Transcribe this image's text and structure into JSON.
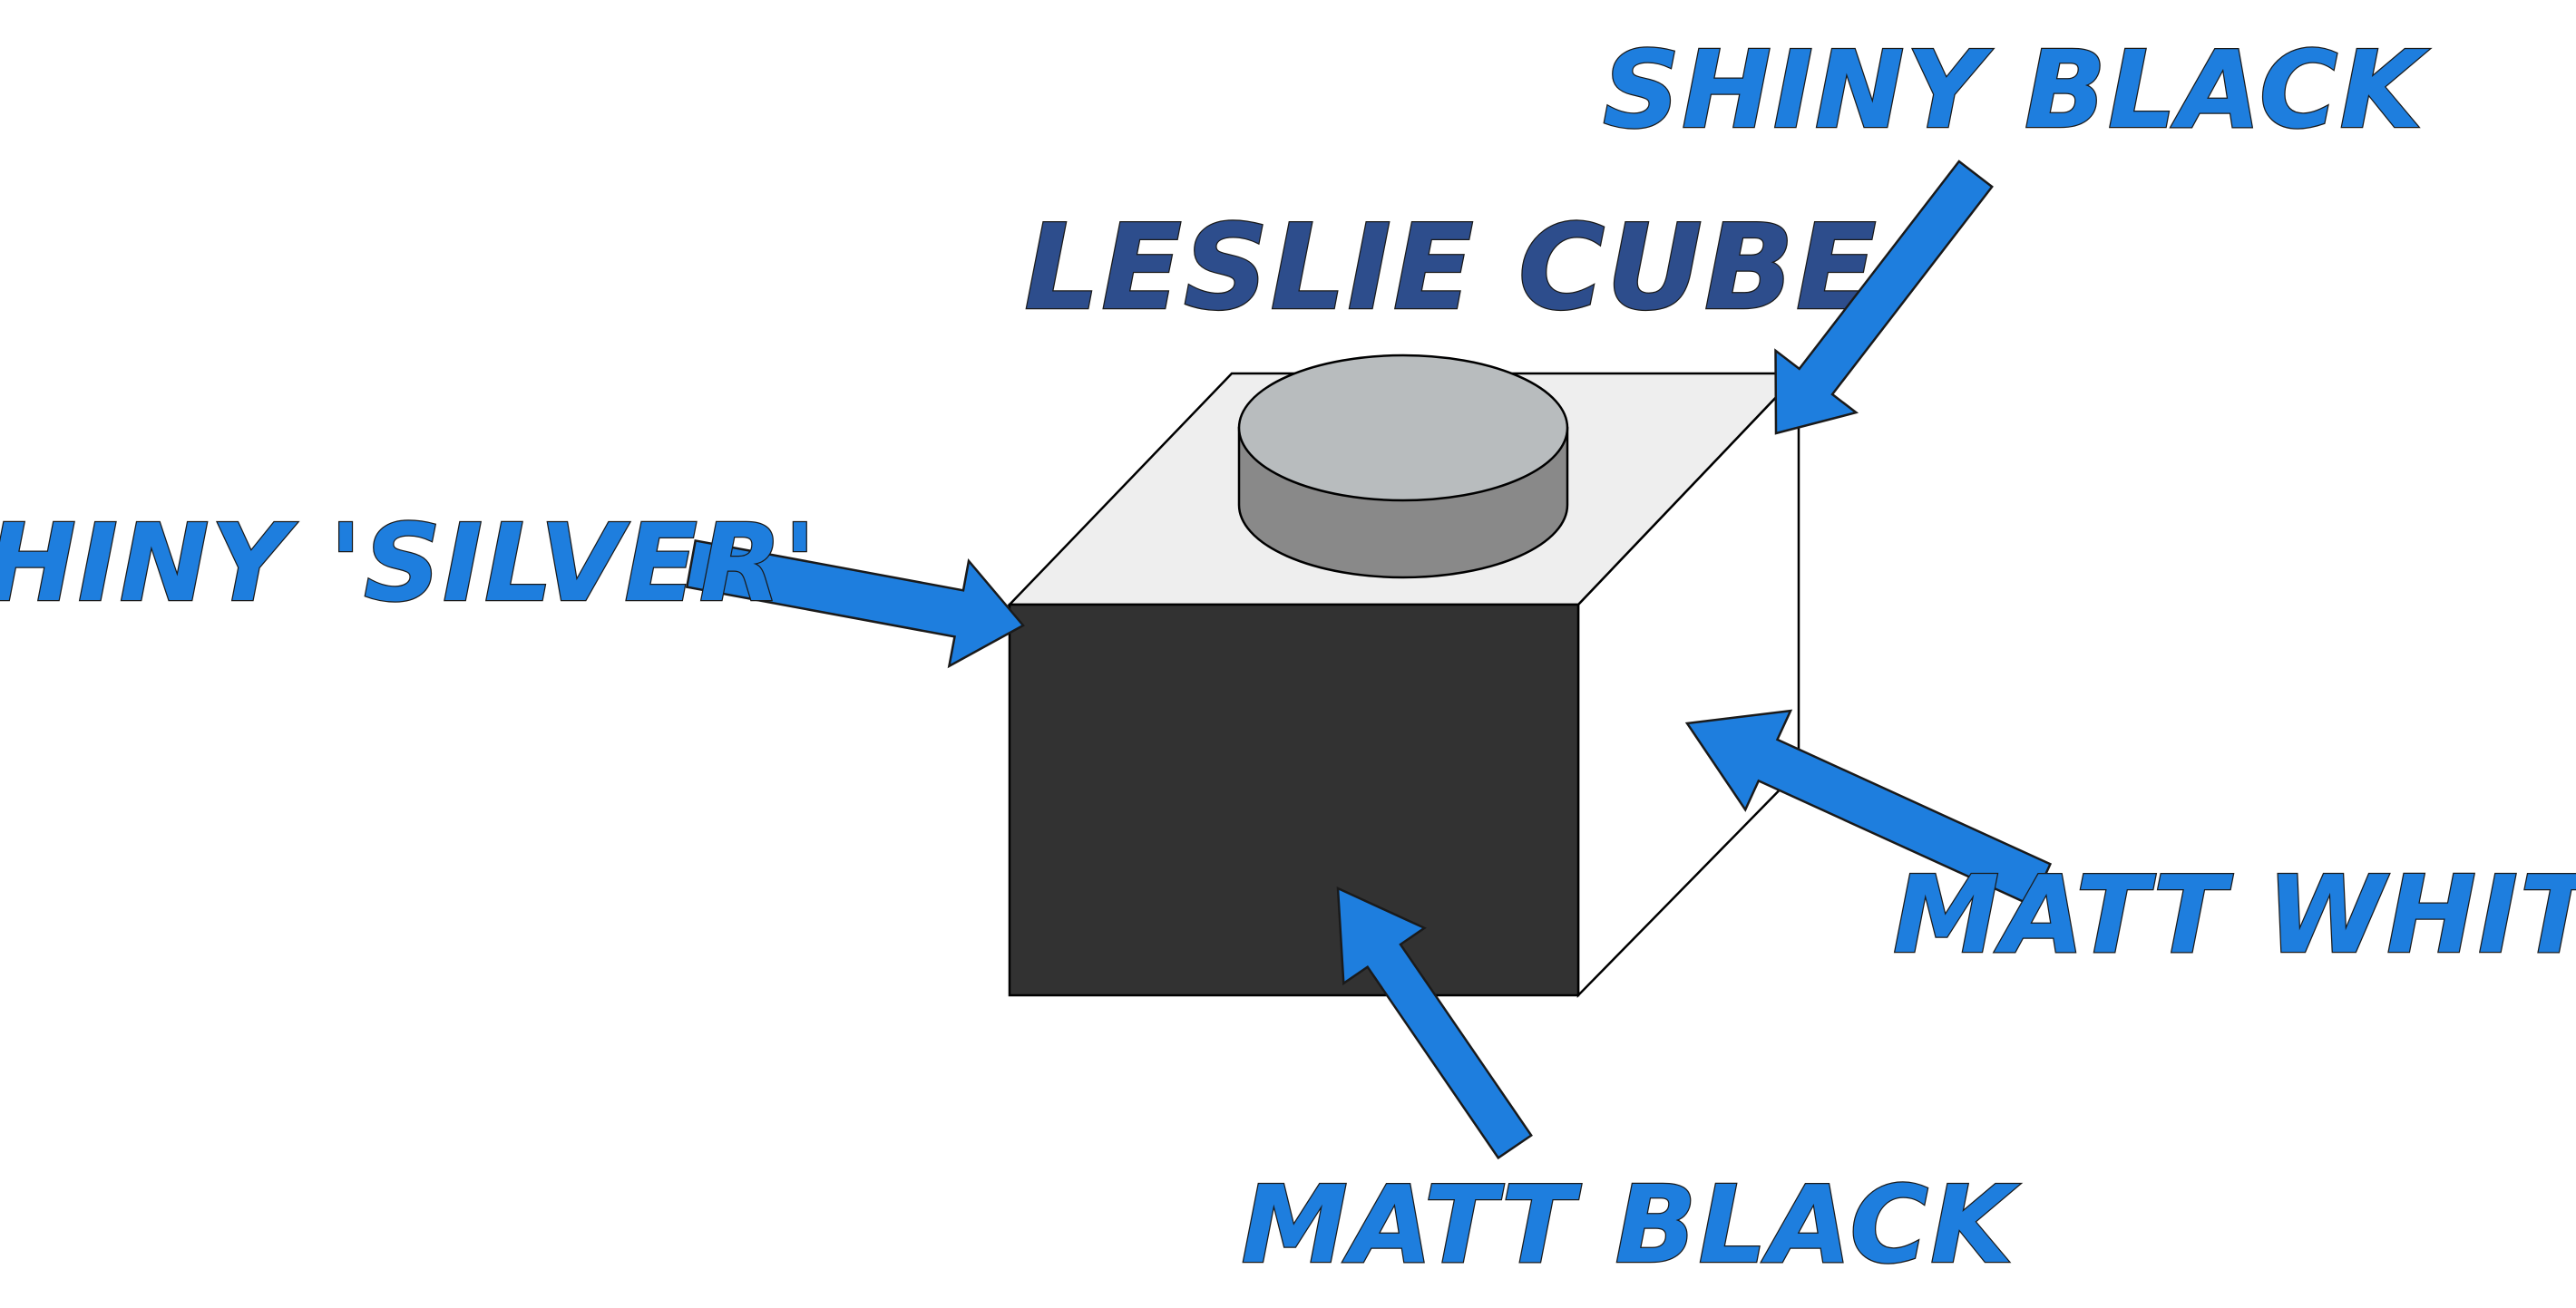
{
  "title": "LESLIE CUBE",
  "labels": {
    "shiny_black": "SHINY BLACK",
    "shiny_silver": "SHINY 'SILVER'",
    "matt_white": "MATT WHITE",
    "matt_black": "MATT BLACK"
  },
  "colors": {
    "title": "#2d4d8c",
    "label": "#1e7ede",
    "arrow": "#1e7ede",
    "top_face": "#eeeeee",
    "right_face": "#ffffff",
    "front_face": "#323232",
    "cylinder_top": "#b8bcbe",
    "cylinder_side": "#898989"
  }
}
